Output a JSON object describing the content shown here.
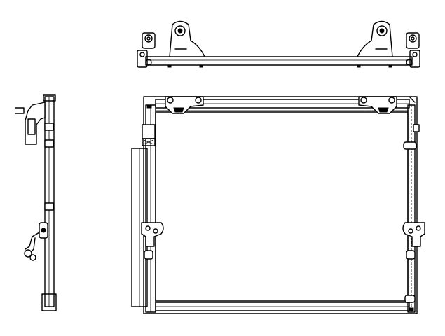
{
  "drawing": {
    "background": "#ffffff",
    "line_color": "#000000",
    "views": [
      {
        "id": "top-view",
        "label": ""
      },
      {
        "id": "side-view",
        "label": ""
      },
      {
        "id": "front-view",
        "label": ""
      }
    ]
  }
}
